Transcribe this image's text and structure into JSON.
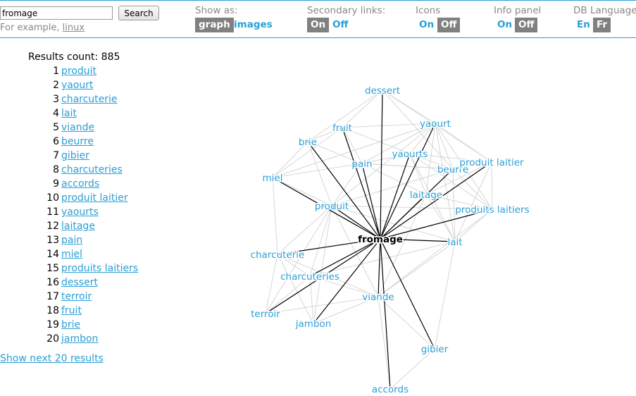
{
  "search": {
    "value": "fromage",
    "button_label": "Search",
    "example_prefix": "For example, ",
    "example_link": "linux"
  },
  "options": {
    "show_as": {
      "label": "Show as:",
      "choices": [
        "graph",
        "images"
      ],
      "active": "graph"
    },
    "secondary_links": {
      "label": "Secondary links:",
      "choices": [
        "On",
        "Off"
      ],
      "active": "On"
    },
    "icons": {
      "label": "Icons",
      "choices": [
        "On",
        "Off"
      ],
      "active": "Off"
    },
    "info_panel": {
      "label": "Info panel",
      "choices": [
        "On",
        "Off"
      ],
      "active": "Off"
    },
    "db_language": {
      "label": "DB Language",
      "choices": [
        "En",
        "Fr"
      ],
      "active": "Fr"
    }
  },
  "results": {
    "count_label": "Results count: 885",
    "items": [
      {
        "n": "1",
        "label": "produit"
      },
      {
        "n": "2",
        "label": "yaourt"
      },
      {
        "n": "3",
        "label": "charcuterie"
      },
      {
        "n": "4",
        "label": "lait"
      },
      {
        "n": "5",
        "label": "viande"
      },
      {
        "n": "6",
        "label": "beurre"
      },
      {
        "n": "7",
        "label": "gibier"
      },
      {
        "n": "8",
        "label": "charcuteries"
      },
      {
        "n": "9",
        "label": "accords"
      },
      {
        "n": "10",
        "label": "produit laitier"
      },
      {
        "n": "11",
        "label": "yaourts"
      },
      {
        "n": "12",
        "label": "laitage"
      },
      {
        "n": "13",
        "label": "pain"
      },
      {
        "n": "14",
        "label": "miel"
      },
      {
        "n": "15",
        "label": "produits laitiers"
      },
      {
        "n": "16",
        "label": "dessert"
      },
      {
        "n": "17",
        "label": "terroir"
      },
      {
        "n": "18",
        "label": "fruit"
      },
      {
        "n": "19",
        "label": "brie"
      },
      {
        "n": "20",
        "label": "jambon"
      }
    ],
    "show_next": "Show next 20 results"
  },
  "graph": {
    "center": "fromage",
    "nodes": [
      "dessert",
      "fruit",
      "yaourt",
      "brie",
      "yaourts",
      "pain",
      "beurre",
      "produit laitier",
      "miel",
      "laitage",
      "produit",
      "produits laitiers",
      "fromage",
      "lait",
      "charcuterie",
      "charcuteries",
      "viande",
      "terroir",
      "jambon",
      "gibier",
      "accords"
    ],
    "colors": {
      "primary_edge": "#000000",
      "secondary_edge": "#d6d6d6",
      "label": "#2a9fd6"
    }
  }
}
